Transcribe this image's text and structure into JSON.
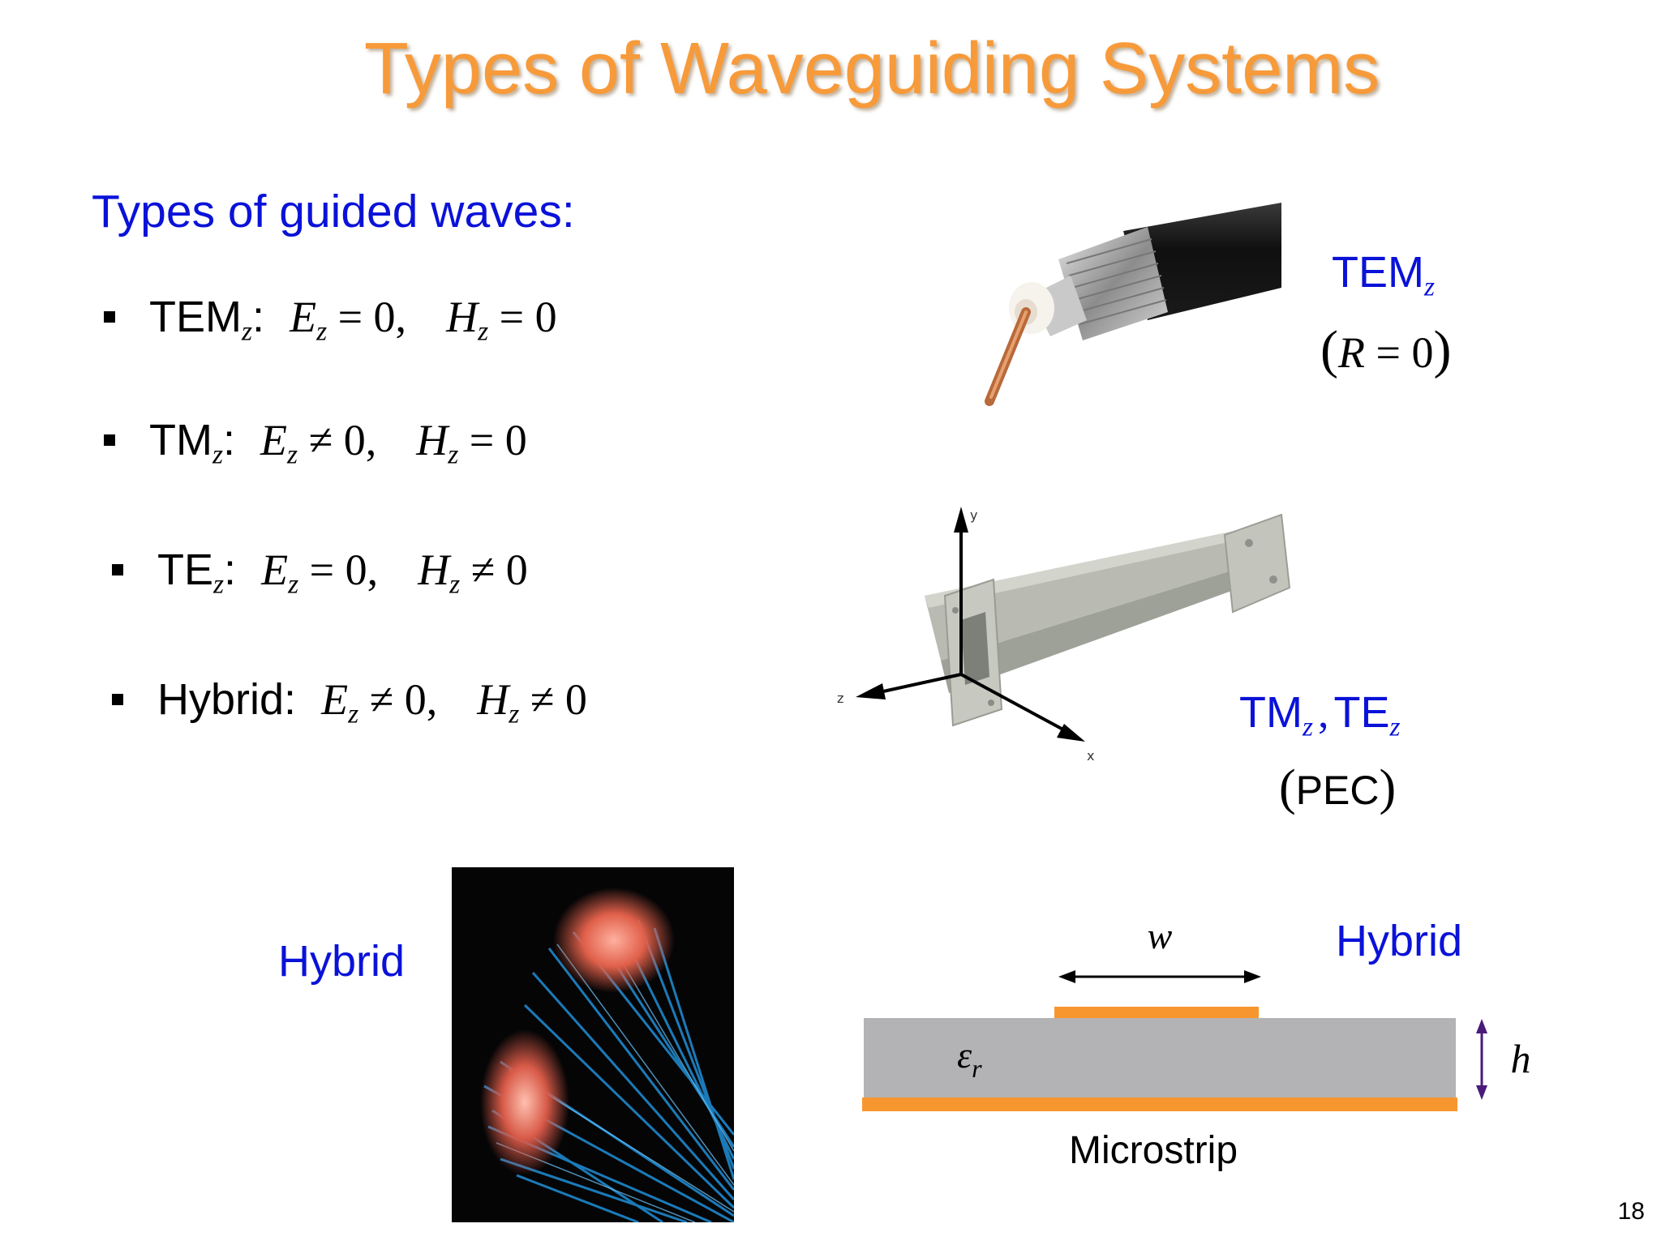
{
  "slide": {
    "title": "Types of Waveguiding Systems",
    "subtitle": "Types of guided waves:",
    "page_number": "18"
  },
  "bullets": [
    {
      "mode": "TEM",
      "mode_sub": "z",
      "ez_rel": "= 0,",
      "hz_rel": "= 0"
    },
    {
      "mode": "TM",
      "mode_sub": "z",
      "ez_rel": "≠ 0,",
      "hz_rel": "= 0"
    },
    {
      "mode": "TE",
      "mode_sub": "z",
      "ez_rel": "= 0,",
      "hz_rel": "≠ 0"
    },
    {
      "mode": "Hybrid",
      "mode_sub": "",
      "ez_rel": "≠ 0,",
      "hz_rel": "≠ 0"
    }
  ],
  "symbols": {
    "E": "E",
    "H": "H",
    "z": "z"
  },
  "coax": {
    "label": "TEM",
    "label_sub": "z",
    "condition_var": "R",
    "condition_rel": "= 0"
  },
  "waveguide": {
    "label_a": "TM",
    "label_a_sub": "z",
    "sep": ",",
    "label_b": "TE",
    "label_b_sub": "z",
    "condition": "PEC",
    "axis_x": "x",
    "axis_y": "y",
    "axis_z": "z"
  },
  "fiber": {
    "label": "Hybrid"
  },
  "microstrip": {
    "label": "Hybrid",
    "caption": "Microstrip",
    "width_symbol": "w",
    "height_symbol": "h",
    "eps_symbol": "ε",
    "eps_sub": "r"
  },
  "colors": {
    "title": "#F79A3A",
    "blue_text": "#0A12D8",
    "strip": "#F7962E",
    "substrate": "#B3B3B5",
    "arrow_h": "#4A1B7A"
  }
}
